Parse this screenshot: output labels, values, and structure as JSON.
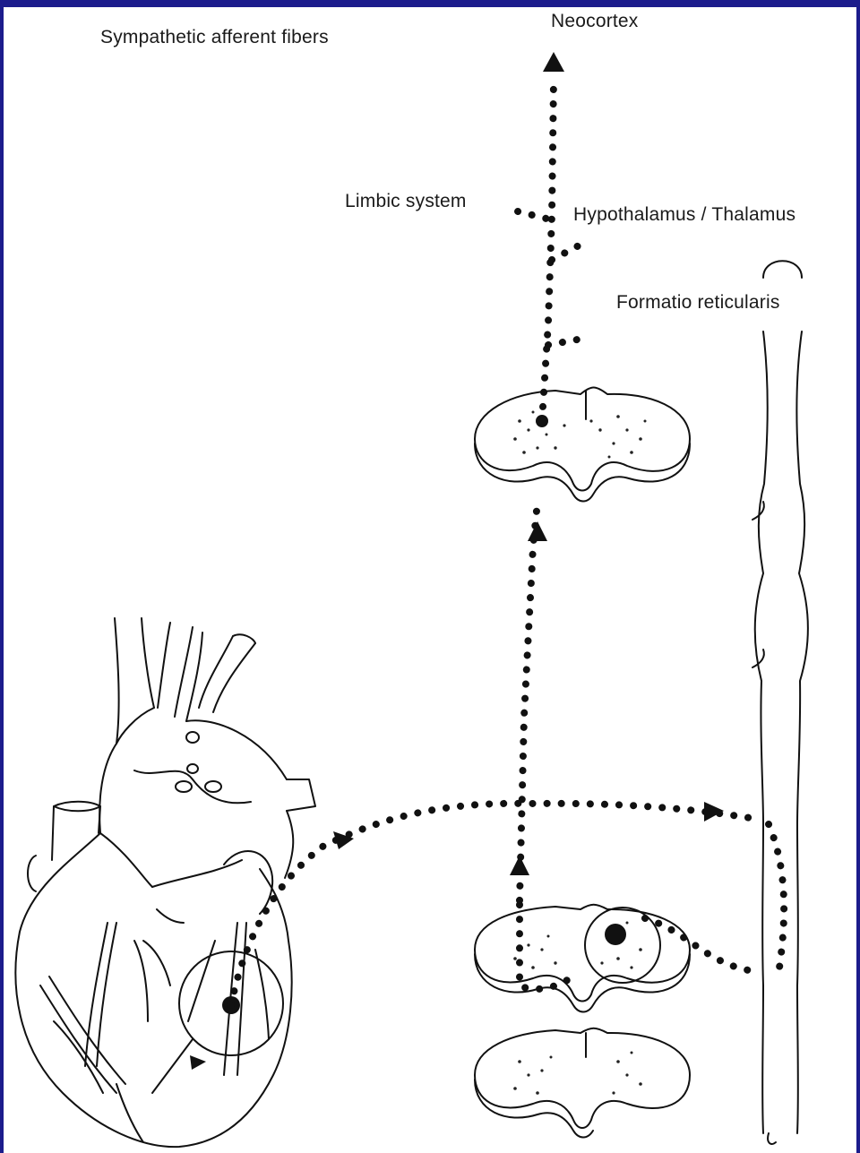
{
  "labels": {
    "sympathetic": "Sympathetic afferent  fibers",
    "neocortex": "Neocortex",
    "limbic": "Limbic system",
    "hypothalamus": "Hypothalamus / Thalamus",
    "formatio": "Formatio reticularis"
  },
  "colors": {
    "frame": "#1c1c8c",
    "ink": "#111111"
  }
}
